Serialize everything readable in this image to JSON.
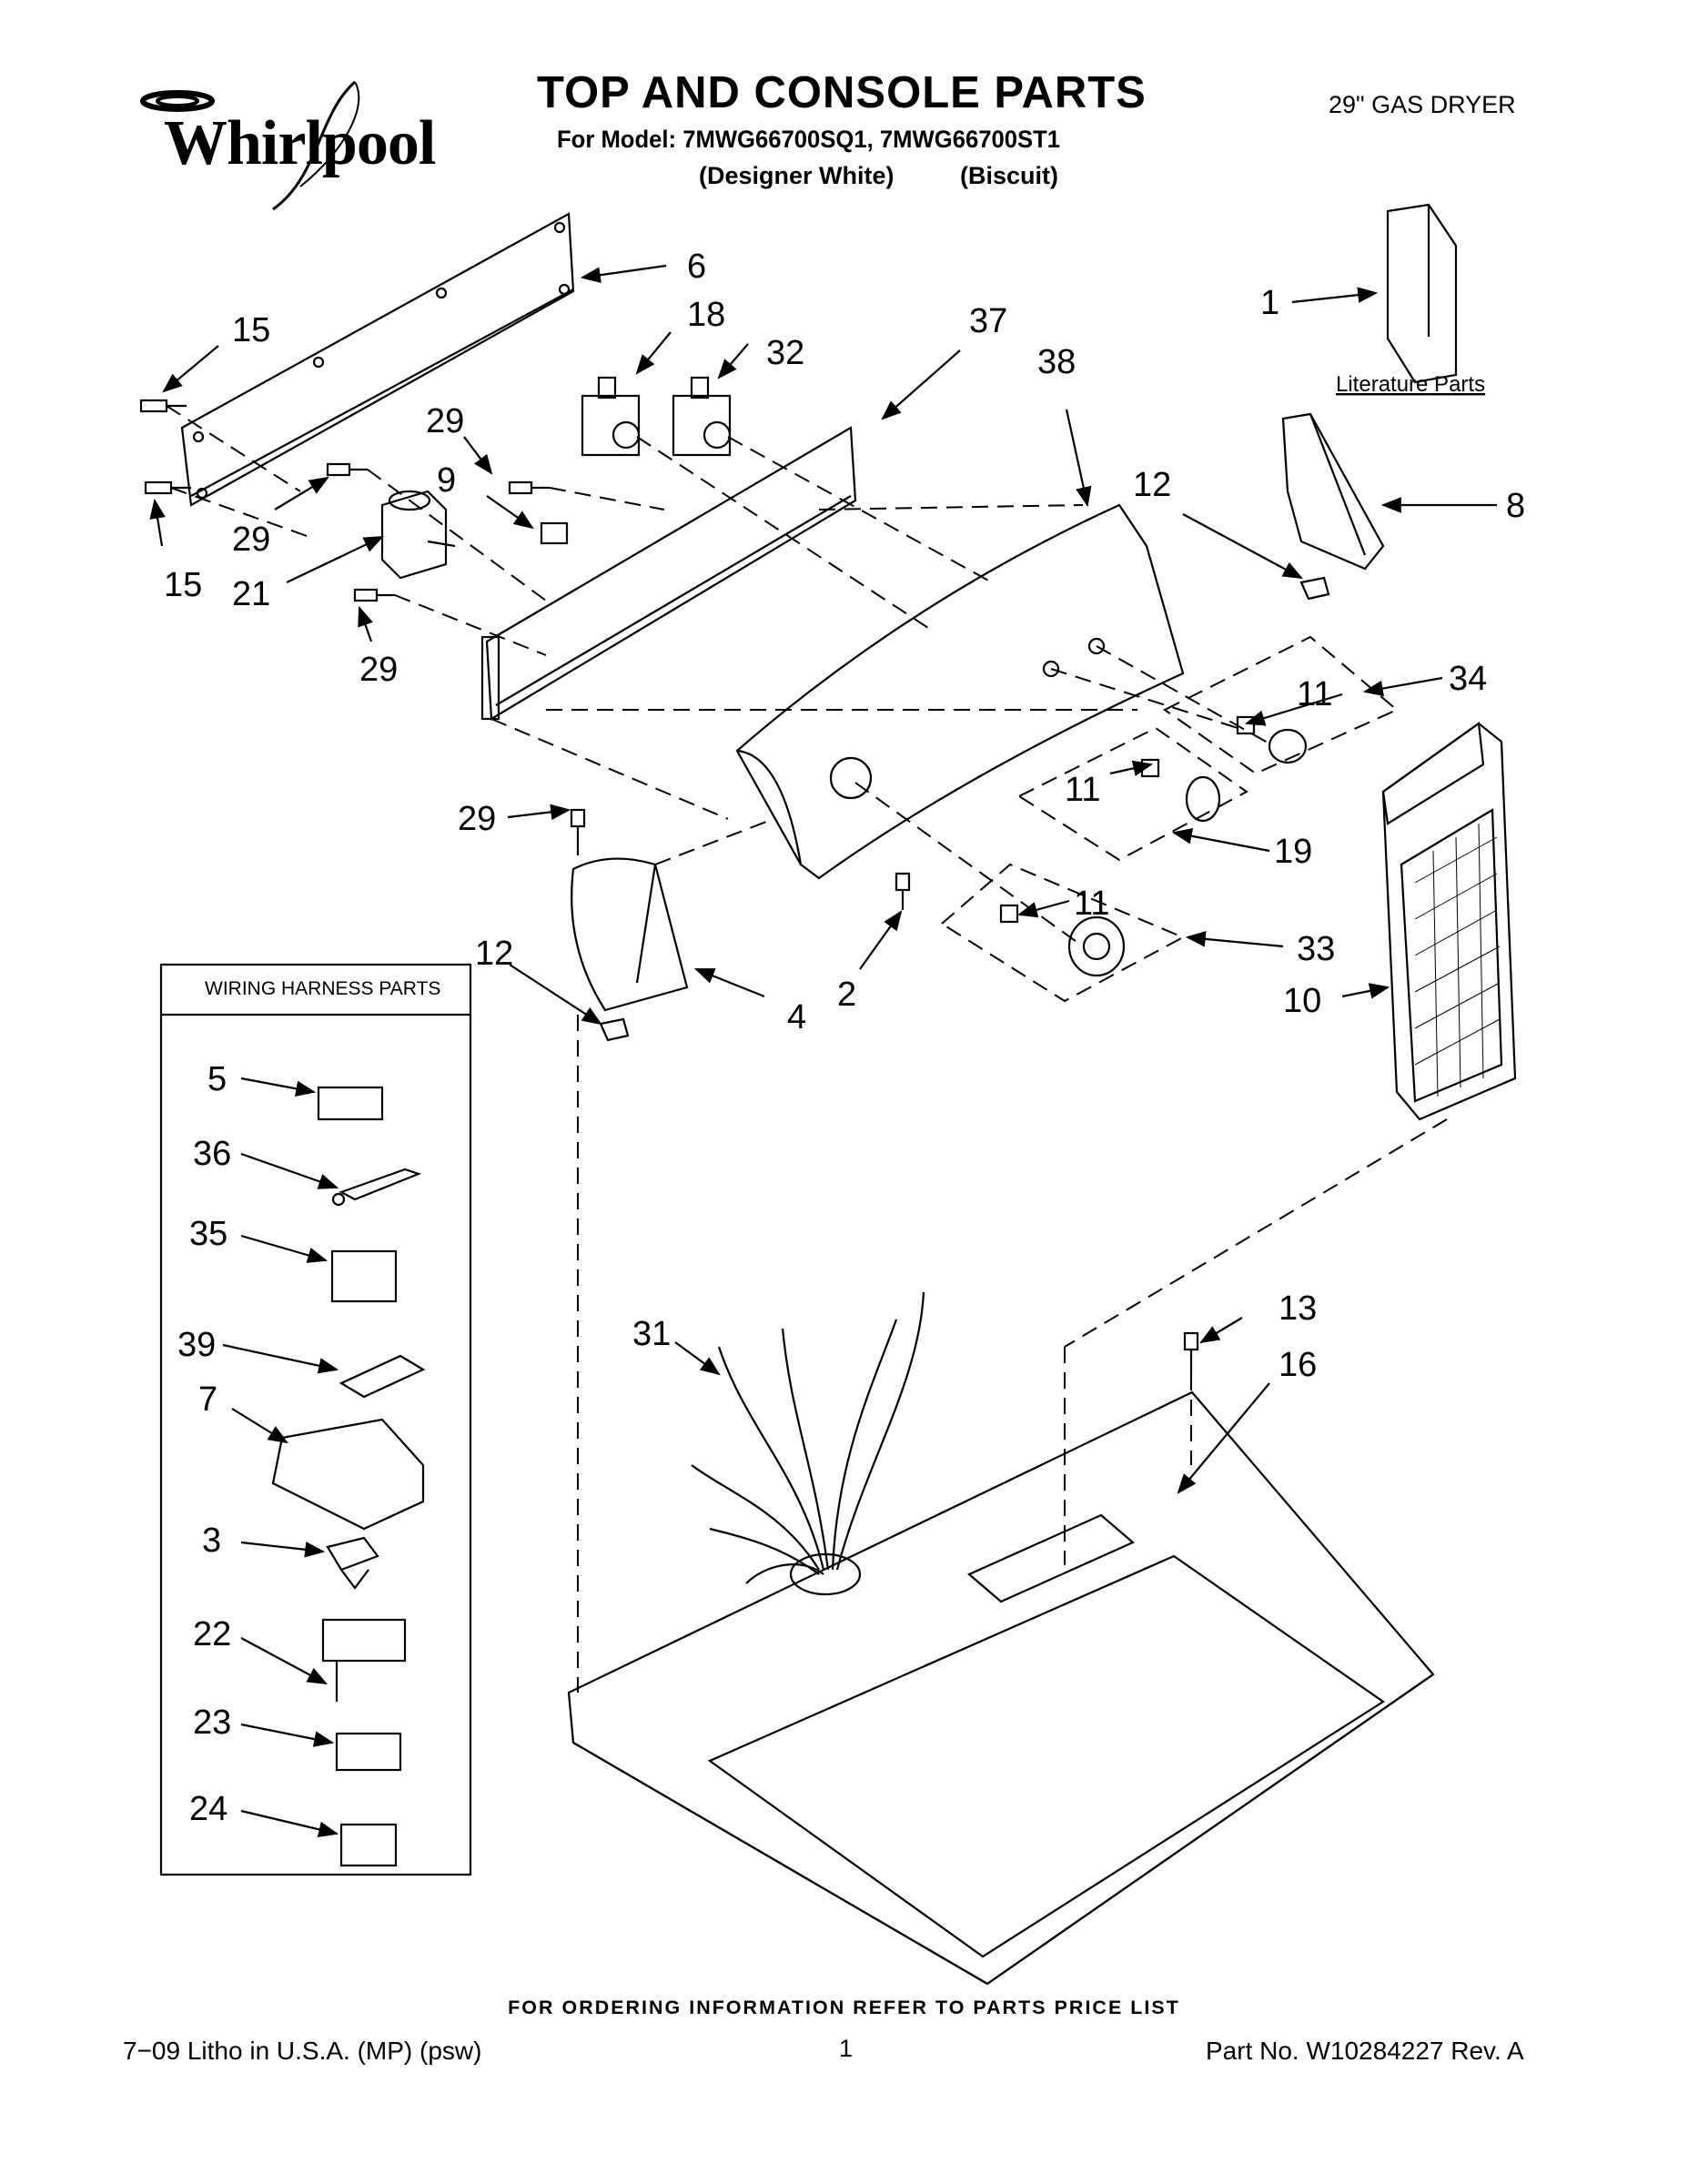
{
  "header": {
    "brand": "Whirlpool",
    "title": "TOP AND CONSOLE PARTS",
    "model_line": "For Model: 7MWG66700SQ1, 7MWG66700ST1",
    "variant_1": "(Designer White)",
    "variant_2": "(Biscuit)",
    "product": "29\" GAS DRYER"
  },
  "icons": [
    "whirlpool-logo",
    "exploded-parts-diagram"
  ],
  "diagram": {
    "literature_label": "Literature Parts",
    "wiring_box_title": "WIRING HARNESS PARTS",
    "callouts": [
      "1",
      "6",
      "15",
      "18",
      "32",
      "37",
      "38",
      "29",
      "9",
      "29",
      "15",
      "21",
      "29",
      "12",
      "8",
      "11",
      "34",
      "11",
      "19",
      "29",
      "12",
      "4",
      "2",
      "11",
      "33",
      "10",
      "5",
      "36",
      "35",
      "39",
      "7",
      "3",
      "22",
      "23",
      "24",
      "31",
      "13",
      "16"
    ]
  },
  "footer": {
    "ordering_note": "FOR ORDERING INFORMATION REFER TO PARTS PRICE LIST",
    "litho": "7−09 Litho in U.S.A. (MP) (psw)",
    "page_number": "1",
    "part_number": "Part No. W10284227 Rev. A"
  }
}
